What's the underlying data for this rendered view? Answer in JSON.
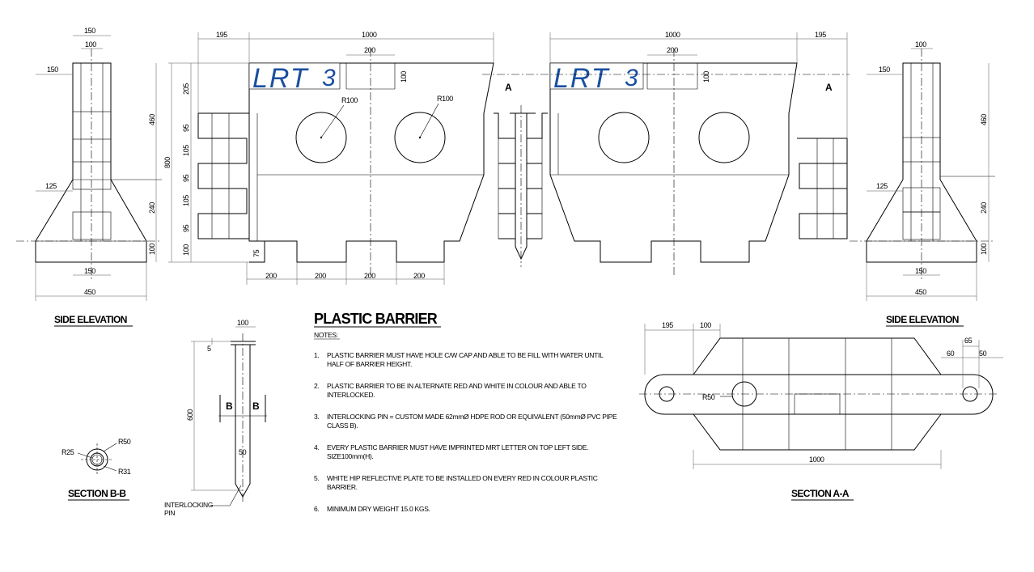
{
  "title": "PLASTIC BARRIER",
  "notes_heading": "NOTES:",
  "notes": [
    {
      "num": "1.",
      "lines": [
        "PLASTIC BARRIER MUST HAVE HOLE C/W CAP AND ABLE TO BE FILL WITH WATER UNTIL",
        "HALF OF BARRIER HEIGHT."
      ]
    },
    {
      "num": "2.",
      "lines": [
        "PLASTIC BARRIER TO BE IN ALTERNATE RED AND WHITE IN COLOUR AND ABLE TO",
        "INTERLOCKED."
      ]
    },
    {
      "num": "3.",
      "lines": [
        "INTERLOCKING  PIN = CUSTOM MADE 62mmØ HDPE ROD OR EQUIVALENT  (50mmØ PVC PIPE",
        "CLASS B)."
      ]
    },
    {
      "num": "4.",
      "lines": [
        "EVERY PLASTIC BARRIER MUST HAVE IMPRINTED MRT LETTER ON TOP LEFT SIDE.",
        "SIZE100mm(H)."
      ]
    },
    {
      "num": "5.",
      "lines": [
        "WHITE HIP REFLECTIVE  PLATE TO BE INSTALLED  ON EVERY RED IN COLOUR PLASTIC",
        "BARRIER."
      ]
    },
    {
      "num": "6.",
      "lines": [
        "MINIMUM DRY WEIGHT 15.0 KGS."
      ]
    }
  ],
  "view_labels": {
    "side_elevation_left": "SIDE ELEVATION",
    "side_elevation_right": "SIDE ELEVATION",
    "section_bb": "SECTION B-B",
    "section_aa": "SECTION A-A",
    "interlocking_pin": [
      "INTERLOCKING",
      "PIN"
    ]
  },
  "logo": {
    "text": "LRT",
    "suffix": "3",
    "color": "#1a4fa0"
  },
  "section_marks": {
    "a": "A",
    "b": "B"
  },
  "radius_labels": {
    "r100": "R100",
    "r50": "R50",
    "r25": "R25",
    "r31": "R31"
  },
  "dims": {
    "d150": "150",
    "d100": "100",
    "d460": "460",
    "d125": "125",
    "d240": "240",
    "d450": "450",
    "d195": "195",
    "d1000": "1000",
    "d200": "200",
    "d205": "205",
    "d95": "95",
    "d105": "105",
    "d800": "800",
    "d75": "75",
    "d5": "5",
    "d600": "600",
    "d50": "50",
    "d65": "65",
    "d60": "60"
  }
}
